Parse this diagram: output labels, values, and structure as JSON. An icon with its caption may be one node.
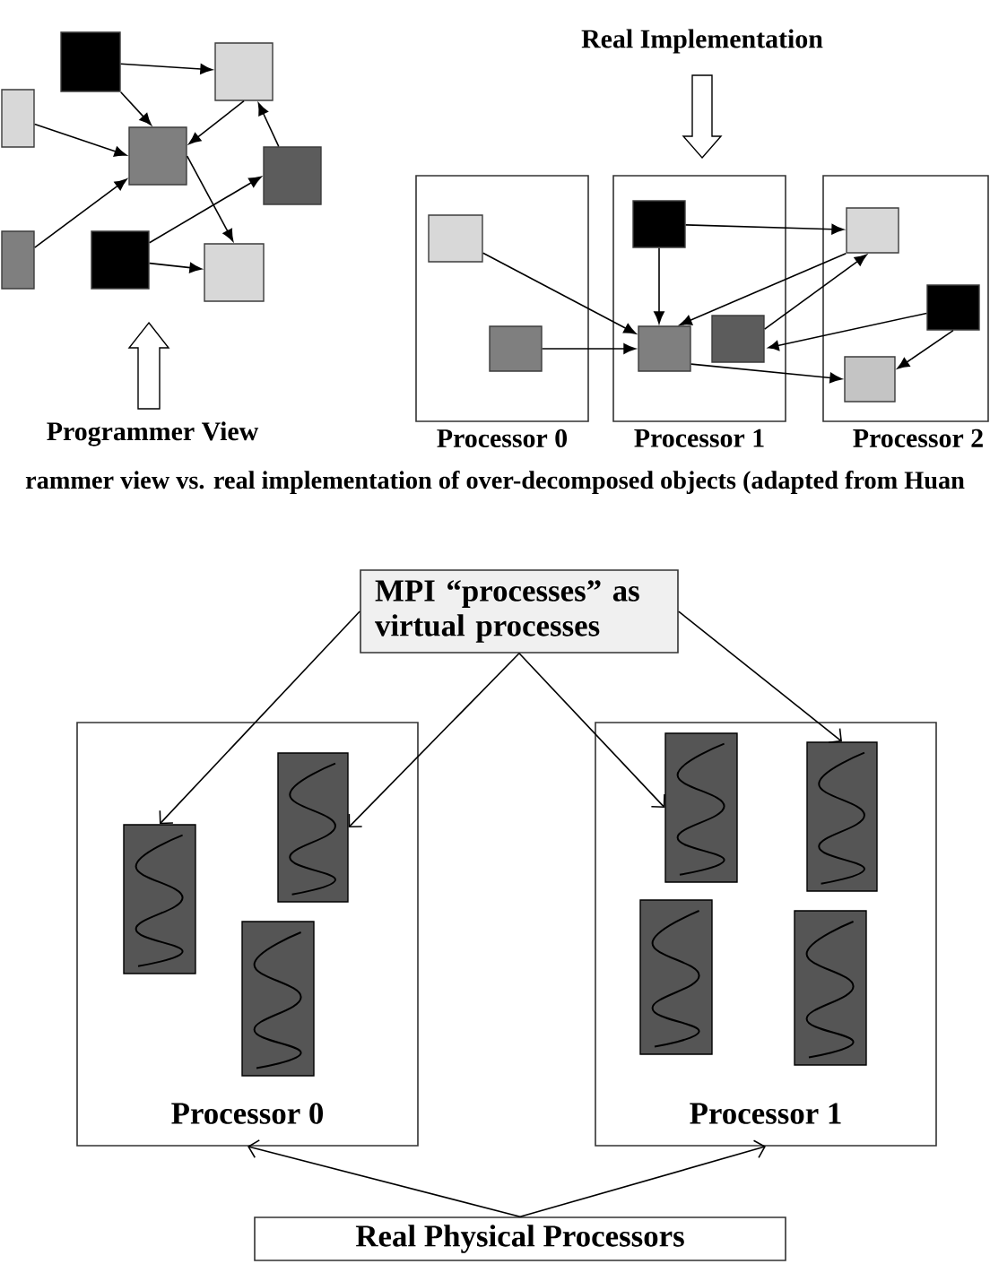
{
  "diagram": {
    "caption": "rammer view vs. real implementation of over-decomposed objects (adapted from Huan",
    "nodes": [
      {
        "text": [],
        "shape": "box"
      },
      {
        "text": [],
        "shape": "box"
      },
      {
        "text": [],
        "shape": "box"
      },
      {
        "text": [],
        "shape": "box"
      },
      {
        "text": [],
        "shape": "box"
      },
      {
        "text": [],
        "shape": "box"
      },
      {
        "text": [],
        "shape": "box"
      },
      {
        "text": [],
        "shape": "box"
      },
      {
        "text": [
          "Processor 0"
        ]
      },
      {
        "text": [],
        "shape": "box",
        "in": 8
      },
      {
        "text": [],
        "shape": "box",
        "in": 8
      },
      {
        "text": [
          "Processor 1"
        ]
      },
      {
        "text": [],
        "shape": "box",
        "in": 11
      },
      {
        "text": [],
        "shape": "box",
        "in": 11
      },
      {
        "text": [],
        "shape": "box",
        "in": 11
      },
      {
        "text": [
          "Processor 2"
        ]
      },
      {
        "text": [],
        "shape": "box",
        "in": 15
      },
      {
        "text": [],
        "shape": "box",
        "in": 15
      },
      {
        "text": [],
        "shape": "box",
        "in": 15
      },
      {
        "text": [
          "MPI “processes” as virtual processes"
        ]
      },
      {
        "text": [
          "Processor 0"
        ]
      },
      {
        "text": [],
        "shape": "box",
        "in": 20
      },
      {
        "text": [],
        "shape": "box",
        "in": 20
      },
      {
        "text": [],
        "shape": "box",
        "in": 20
      },
      {
        "text": [
          "Processor 1"
        ]
      },
      {
        "text": [],
        "shape": "box",
        "in": 24
      },
      {
        "text": [],
        "shape": "box",
        "in": 24
      },
      {
        "text": [],
        "shape": "box",
        "in": 24
      },
      {
        "text": [],
        "shape": "box",
        "in": 24
      },
      {
        "text": [
          "Real Physical Processors"
        ]
      }
    ],
    "edges": [
      {
        "from": 0,
        "to": 1,
        "arrow": "to"
      },
      {
        "from": 0,
        "to": 3,
        "arrow": "to"
      },
      {
        "from": 1,
        "to": 3,
        "arrow": "to"
      },
      {
        "from": 2,
        "to": 3,
        "arrow": "to"
      },
      {
        "from": 5,
        "to": 3,
        "arrow": "to"
      },
      {
        "from": 3,
        "to": 7,
        "arrow": "to"
      },
      {
        "from": 4,
        "to": 1,
        "arrow": "to"
      },
      {
        "from": 6,
        "to": 4,
        "arrow": "to"
      },
      {
        "from": 6,
        "to": 7,
        "arrow": "to"
      },
      {
        "from": 9,
        "to": 13,
        "arrow": "to"
      },
      {
        "from": 10,
        "to": 13,
        "arrow": "to"
      },
      {
        "from": 12,
        "to": 13,
        "arrow": "to"
      },
      {
        "from": 12,
        "to": 16,
        "arrow": "to"
      },
      {
        "from": 16,
        "to": 13,
        "arrow": "to"
      },
      {
        "from": 14,
        "to": 16,
        "arrow": "to"
      },
      {
        "from": 17,
        "to": 14,
        "arrow": "to"
      },
      {
        "from": 17,
        "to": 18,
        "arrow": "to"
      },
      {
        "from": 13,
        "to": 18,
        "arrow": "to"
      },
      {
        "from": 19,
        "to": 21,
        "arrow": "to"
      },
      {
        "from": 19,
        "to": 22,
        "arrow": "to"
      },
      {
        "from": 19,
        "to": 25,
        "arrow": "to"
      },
      {
        "from": 19,
        "to": 26,
        "arrow": "to"
      },
      {
        "from": 29,
        "to": 20,
        "arrow": "to"
      },
      {
        "from": 29,
        "to": 24,
        "arrow": "to"
      }
    ],
    "labels": [
      "Real Implementation",
      "Programmer View"
    ]
  }
}
